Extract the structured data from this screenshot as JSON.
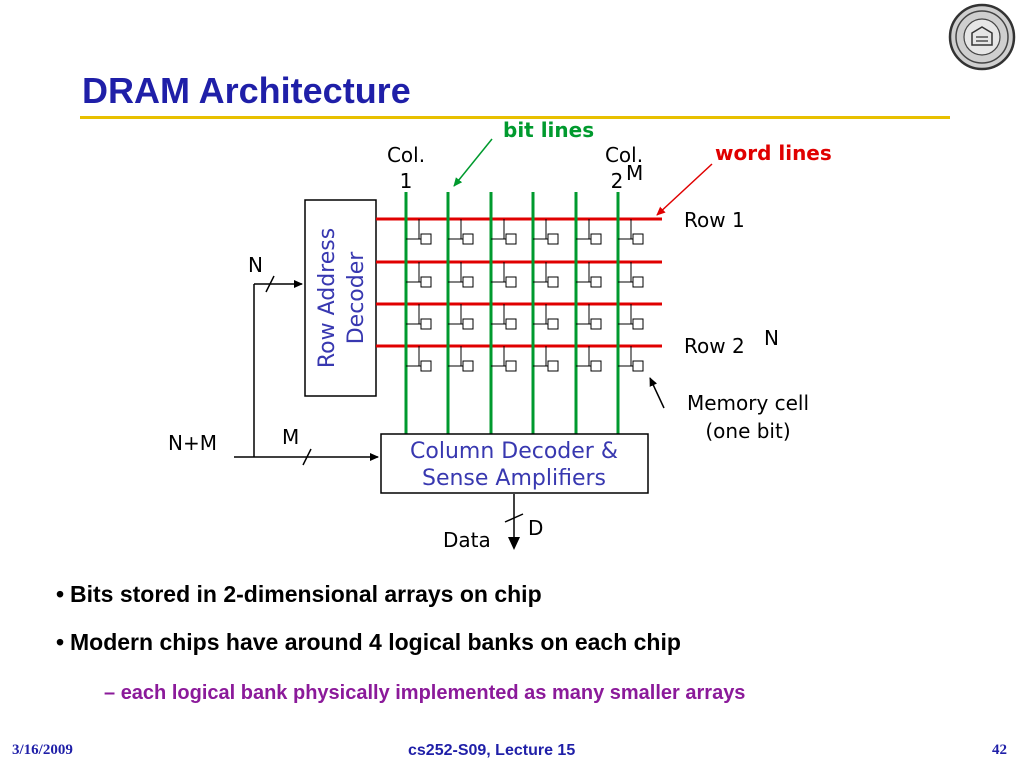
{
  "slide": {
    "title": "DRAM Architecture",
    "seal_icon": "university-seal-icon",
    "accent_color": "#e8c000",
    "title_color": "#1f1fa8"
  },
  "diagram": {
    "labels": {
      "bit_lines": "bit lines",
      "word_lines": "word lines",
      "col_first": "Col.",
      "col_first_num": "1",
      "col_last": "Col.",
      "col_last_num": "2",
      "col_last_sup": "M",
      "row_first": "Row 1",
      "row_last": "Row 2",
      "row_last_sup": "N",
      "row_decoder_line1": "Row Address",
      "row_decoder_line2": "Decoder",
      "column_decoder_line1": "Column Decoder &",
      "column_decoder_line2": "Sense Amplifiers",
      "memory_cell_line1": "Memory cell",
      "memory_cell_line2": "(one bit)",
      "n": "N",
      "m": "M",
      "n_plus_m": "N+M",
      "data": "Data",
      "d": "D"
    },
    "word_line_count": 4,
    "bit_line_count": 6,
    "colors": {
      "word_line": "#e00000",
      "bit_line": "#009a2e",
      "box_text": "#3838b0"
    }
  },
  "bullets": [
    "Bits stored in 2-dimensional arrays on chip",
    "Modern chips have around 4 logical banks on each chip"
  ],
  "sub_bullet": {
    "dash": "–",
    "text": "each logical bank physically implemented as many smaller arrays"
  },
  "footer": {
    "date": "3/16/2009",
    "course": "cs252-S09, Lecture 15",
    "page": "42"
  }
}
